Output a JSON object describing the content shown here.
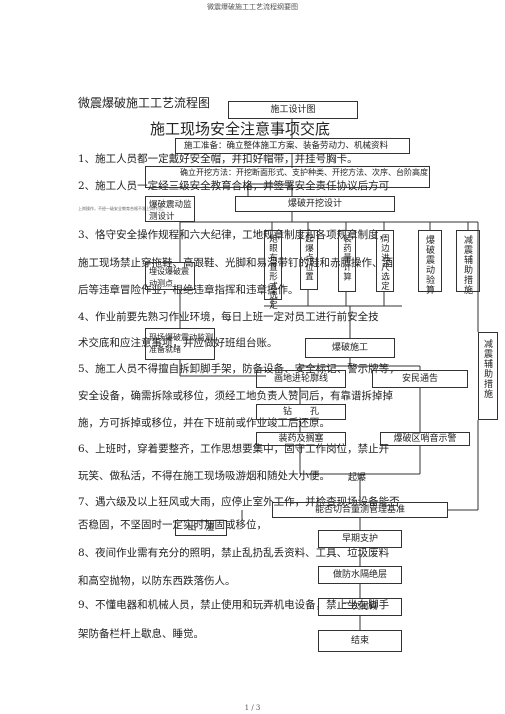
{
  "header": {
    "title": "微震爆破施工工艺流程纲要图"
  },
  "footer": {
    "page": "1 / 3"
  },
  "doc": {
    "fig_title": "微震爆破施工工艺流程图",
    "heading": "施工现场安全注意事项交底",
    "lines": [
      "1、施工人员都一定戴好安全帽，并扣好帽带，并挂号胸卡。",
      "2、施工人员一定经三级安全教育合格，并签署安全责任协议后方可",
      "上岗操作，不经一级安全教育合格不准上岗作业。",
      "3、恪守安全操作规程和六大纪律，工地规章制度和各项规章制度，",
      "施工现场禁止穿拖鞋、高跟鞋、光脚和易滑带钉的鞋和赤膊操作、酒",
      "后等违章冒险作业，根绝违章指挥和违章操作。",
      "4、作业前要先熟习作业环境，每日上班一定对员工进行前安全技",
      "术交底和应注意事项，并应做好班组台账。",
      "5、施工人员不得擅自拆卸脚手架，防备设备、安全标记、警示牌等，",
      "安全设备，确需拆除或移位，须经工地负责人赞同后，有靠谱拆掉掉",
      "施，方可拆掉或移位，并在下班前或作业竣工后还原。",
      "6、上班时，穿着要整齐，工作思想要集中，固守工作岗位，禁止开",
      "玩笑、做私活，不得在施工现场吸游烟和随处大小便。",
      "7、遇六级及以上狂风或大雨，应停止室外工作，并检查现场设备能否",
      "否稳固，不坚固时一定实时加固或移位，",
      "8、夜间作业需有充分的照明，禁止乱扔乱丢资料、工具、垃圾废料",
      "和高空抛物，以防东西跌落伤人。",
      "9、不懂电器和机械人员，禁止使用和玩弄机电设备，禁止坐在脚手",
      "架防备栏杆上歇息、睡觉。"
    ]
  },
  "flow": {
    "design": "施工设计图",
    "prep": "施工准备：确立整体施工方案、装备劳动力、机械资料",
    "method": "确立开挖方法：开挖断面形式、支护种类、开挖方法、次序、台阶高度",
    "monitor": "爆破震动监测设计",
    "blast_design": "爆破开挖设计",
    "col1": "炮眼布置形式选定",
    "col2": "起爆点位置",
    "col3": "装药量计算",
    "col4": "周边进尺选定",
    "col5": "爆破震动验算",
    "col6": "减震辅助措施",
    "side": "减震辅助措施",
    "monitor_points": "埋设爆破震动测点",
    "ready": "现场爆破震动监测准备就绪",
    "blast_construction": "爆破施工",
    "area": "画地进轮廓线",
    "notice": "安民通告",
    "drill": "钻　　孔",
    "charge": "装药及搁塞",
    "alarm": "爆破区哨音示警",
    "fire": "起爆",
    "check": "能否切合量测管理基准",
    "muck": "出　渣",
    "support": "早期支护",
    "waterproof": "做防水隔绝层",
    "lining": "二次衬砌",
    "end": "结束"
  }
}
